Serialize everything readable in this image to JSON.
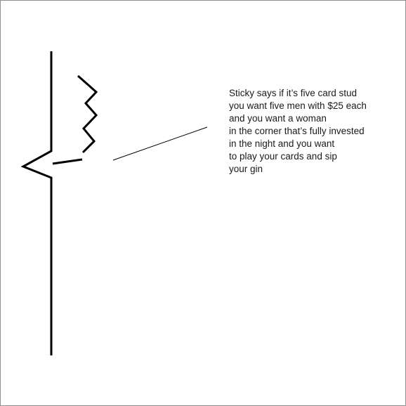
{
  "caption": {
    "lines": [
      "Sticky says if it’s five card stud",
      "you want five men with $25 each",
      "and you want a woman",
      "in the corner that’s fully invested",
      "in the night and you want",
      "to play your cards and sip",
      "your gin"
    ]
  },
  "colors": {
    "ink": "#000000",
    "text": "#1a1a1a",
    "frame": "#8f8f8f",
    "background": "#ffffff"
  }
}
